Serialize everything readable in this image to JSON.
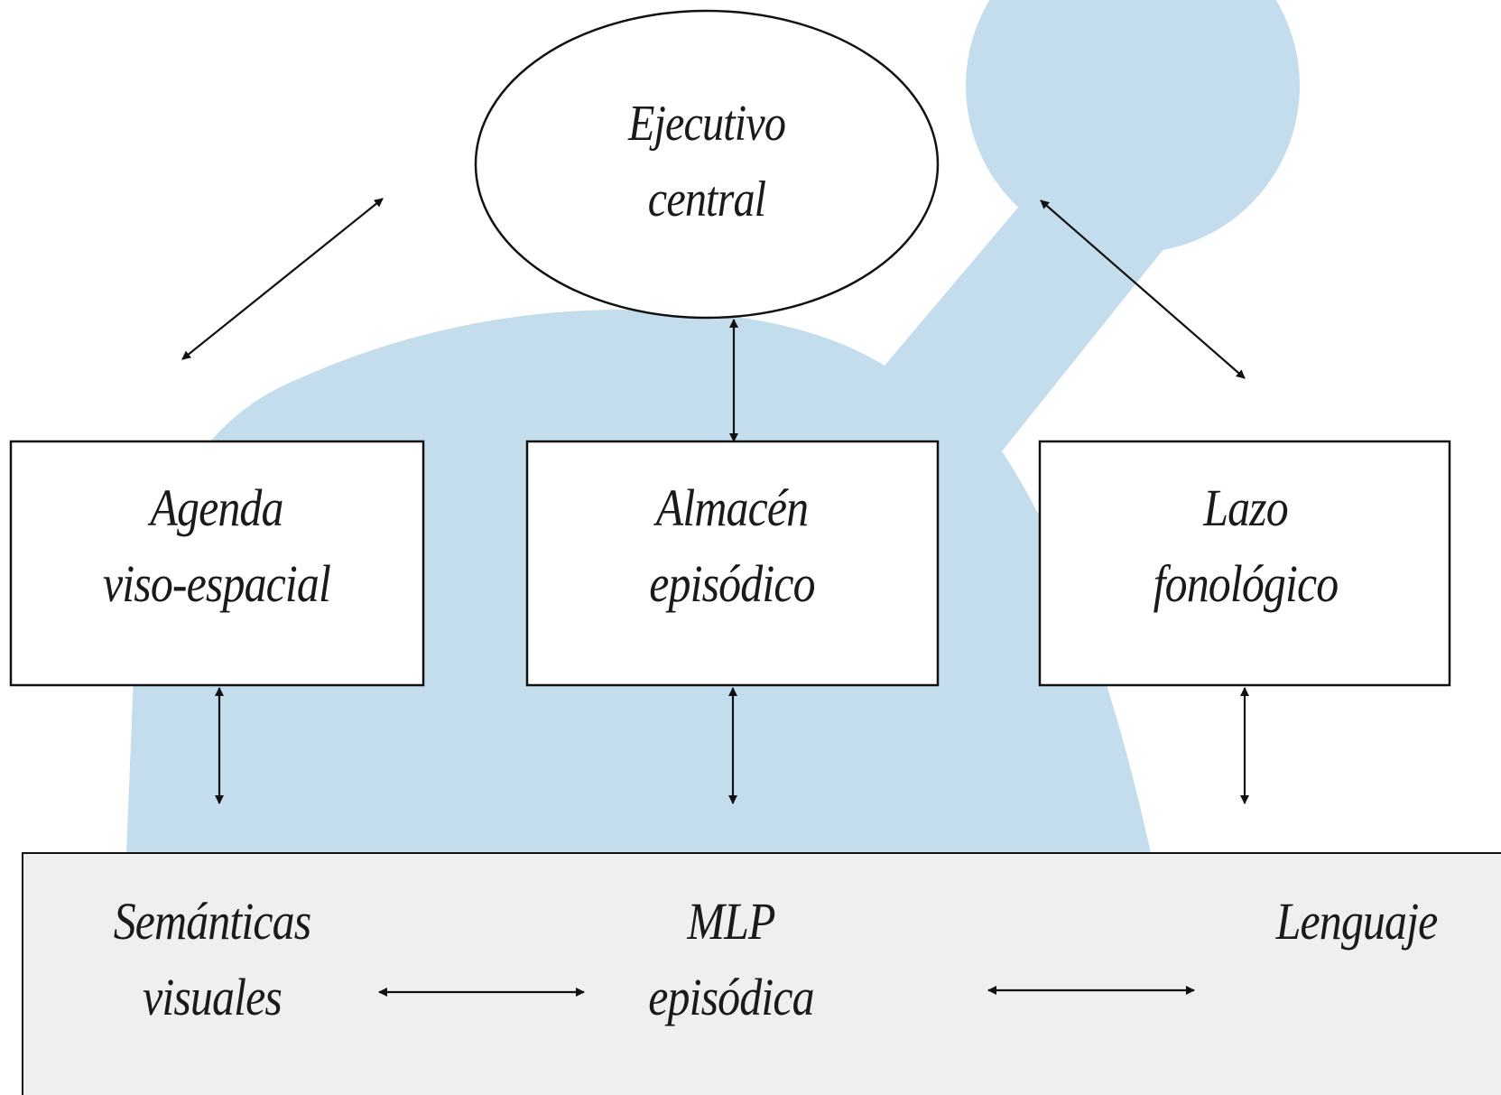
{
  "colors": {
    "background": "#ffffff",
    "silhouette": "#c4ddec",
    "ltm_fill": "#efefef",
    "stroke": "#111111"
  },
  "central_executive": {
    "line1": "Ejecutivo",
    "line2": "central"
  },
  "slave_systems": {
    "visuospatial": {
      "line1": "Agenda",
      "line2": "viso-espacial"
    },
    "episodic_buffer": {
      "line1": "Almacén",
      "line2": "episódico"
    },
    "phonological": {
      "line1": "Lazo",
      "line2": "fonológico"
    }
  },
  "long_term_memory": {
    "visual_semantics": {
      "line1": "Semánticas",
      "line2": "visuales"
    },
    "episodic_ltm": {
      "line1": "MLP",
      "line2": "episódica"
    },
    "language": {
      "line1": "Lenguaje"
    }
  }
}
